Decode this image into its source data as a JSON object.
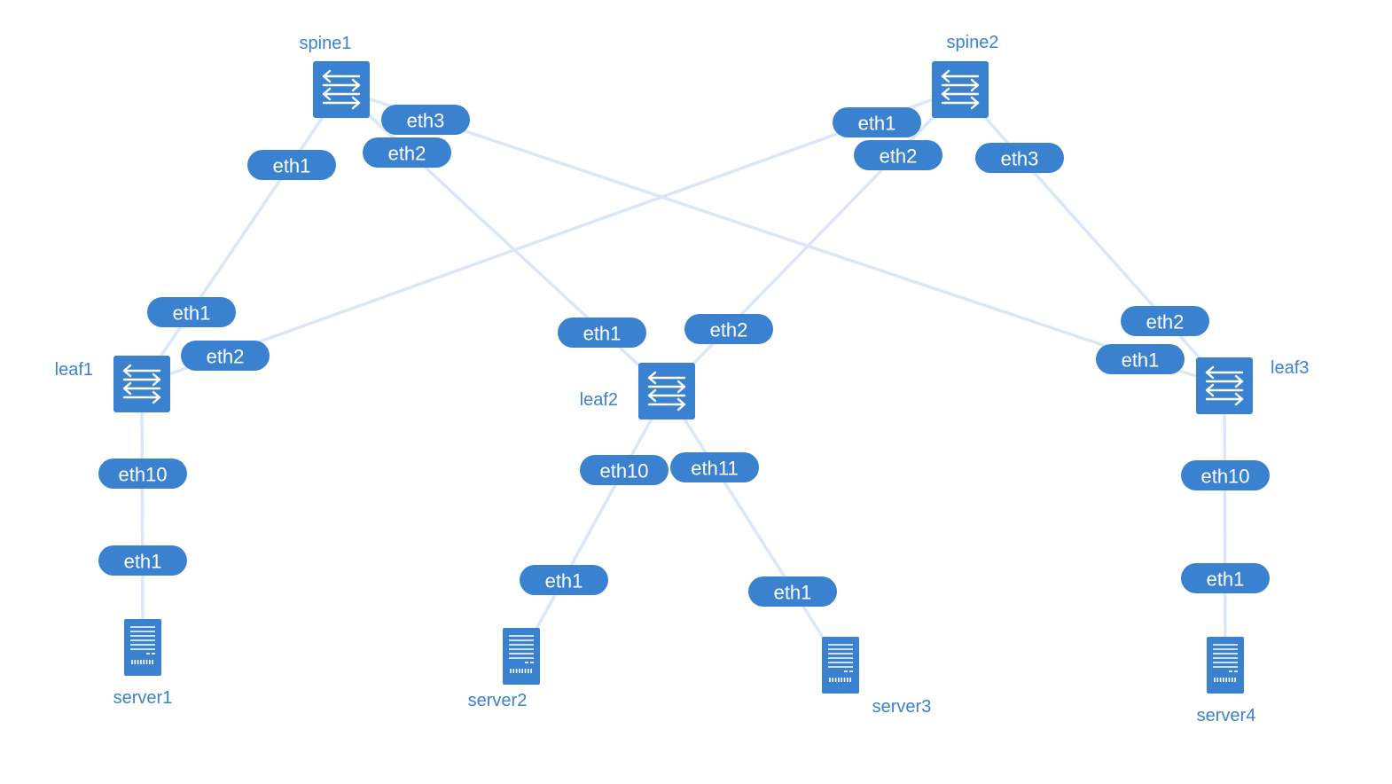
{
  "topology": {
    "switches": [
      {
        "id": "spine1",
        "label": "spine1",
        "icon": "switch-icon"
      },
      {
        "id": "spine2",
        "label": "spine2",
        "icon": "switch-icon"
      },
      {
        "id": "leaf1",
        "label": "leaf1",
        "icon": "switch-icon"
      },
      {
        "id": "leaf2",
        "label": "leaf2",
        "icon": "switch-icon"
      },
      {
        "id": "leaf3",
        "label": "leaf3",
        "icon": "switch-icon"
      }
    ],
    "servers": [
      {
        "id": "server1",
        "label": "server1",
        "icon": "server-icon"
      },
      {
        "id": "server2",
        "label": "server2",
        "icon": "server-icon"
      },
      {
        "id": "server3",
        "label": "server3",
        "icon": "server-icon"
      },
      {
        "id": "server4",
        "label": "server4",
        "icon": "server-icon"
      }
    ],
    "links": [
      {
        "from": "spine1",
        "from_port": "eth1",
        "to": "leaf1",
        "to_port": "eth1"
      },
      {
        "from": "spine1",
        "from_port": "eth2",
        "to": "leaf2",
        "to_port": "eth1"
      },
      {
        "from": "spine1",
        "from_port": "eth3",
        "to": "leaf3",
        "to_port": "eth1"
      },
      {
        "from": "spine2",
        "from_port": "eth1",
        "to": "leaf1",
        "to_port": "eth2"
      },
      {
        "from": "spine2",
        "from_port": "eth2",
        "to": "leaf2",
        "to_port": "eth2"
      },
      {
        "from": "spine2",
        "from_port": "eth3",
        "to": "leaf3",
        "to_port": "eth2"
      },
      {
        "from": "leaf1",
        "from_port": "eth10",
        "to": "server1",
        "to_port": "eth1"
      },
      {
        "from": "leaf2",
        "from_port": "eth10",
        "to": "server2",
        "to_port": "eth1"
      },
      {
        "from": "leaf2",
        "from_port": "eth11",
        "to": "server3",
        "to_port": "eth1"
      },
      {
        "from": "leaf3",
        "from_port": "eth10",
        "to": "server4",
        "to_port": "eth1"
      }
    ]
  },
  "colors": {
    "accent": "#3a82d0",
    "link": "#dbe7f7",
    "background": "#ffffff"
  }
}
